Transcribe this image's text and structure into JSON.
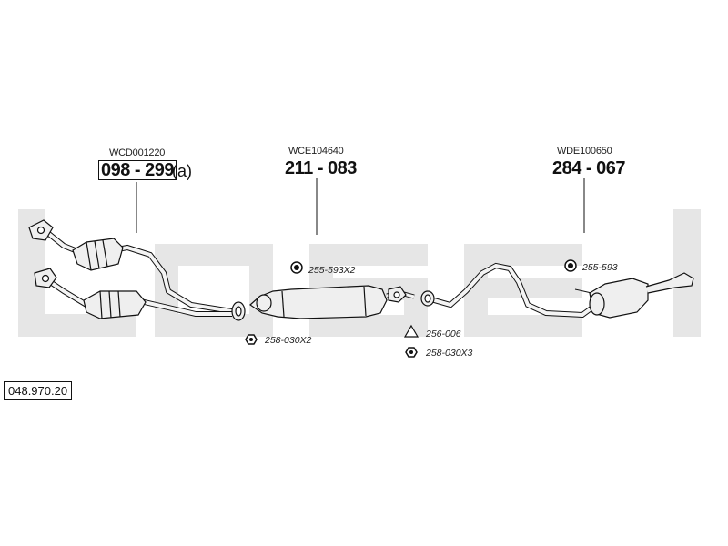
{
  "diagram_number": "048.970.20",
  "parts": [
    {
      "reference": "WCD001220",
      "part_number": "098 - 299",
      "suffix": "(a)"
    },
    {
      "reference": "WCE104640",
      "part_number": "211 - 083"
    },
    {
      "reference": "WDE100650",
      "part_number": "284 - 067"
    }
  ],
  "hardware": {
    "rubber_mount_front": "255-593X2",
    "rubber_mount_rear": "255-593",
    "nut_front": "258-030X2",
    "gasket": "256-006",
    "nut_rear": "258-030X3"
  },
  "colors": {
    "ink": "#111111",
    "watermark": "#e6e6e6",
    "pipe_fill": "#efefef"
  }
}
